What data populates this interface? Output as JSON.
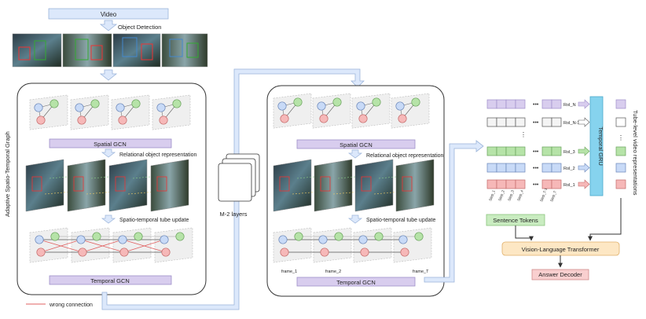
{
  "video_label": "Video",
  "object_detection_label": "Object Detection",
  "panel_side_label": "Adaptive Spatio-Temporal Graph",
  "spatial_gcn_label": "Spatial GCN",
  "relational_label": "Relational object representation",
  "tube_update_label": "Spatio-temporal tube update",
  "temporal_gcn_label": "Temporal GCN",
  "m2_layers_label": "M-2 layers",
  "legend_label": "wrong connection",
  "frame_labels": [
    "frame_1",
    "frame_2",
    "frame_T"
  ],
  "roi_labels": [
    "RoI_N",
    "RoI_N-1",
    "RoI_3",
    "RoI_2",
    "RoI_1"
  ],
  "step_labels": [
    "Step_1",
    "Step_2",
    "Step_3",
    "Step_4",
    "Step_T-1",
    "Step_T"
  ],
  "temporal_gru_label": "Temporal GRU",
  "tube_level_label": "Tube-level video representations",
  "sentence_tokens_label": "Sentence Tokens",
  "vl_transformer_label": "Vision-Language Transformer",
  "answer_decoder_label": "Answer Decoder",
  "colors": {
    "accent_blue": "#dce8fb",
    "accent_purple": "#d8cdee",
    "node_green": "#b6e3a8",
    "node_blue": "#c8daf7",
    "node_red": "#f6b8b8",
    "gru_cyan": "#86d3ee",
    "sentence_green": "#c9ecc0",
    "transformer_orange": "#fde7c4",
    "decoder_red": "#f9cfcf",
    "wrong_connection": "#e06060"
  }
}
